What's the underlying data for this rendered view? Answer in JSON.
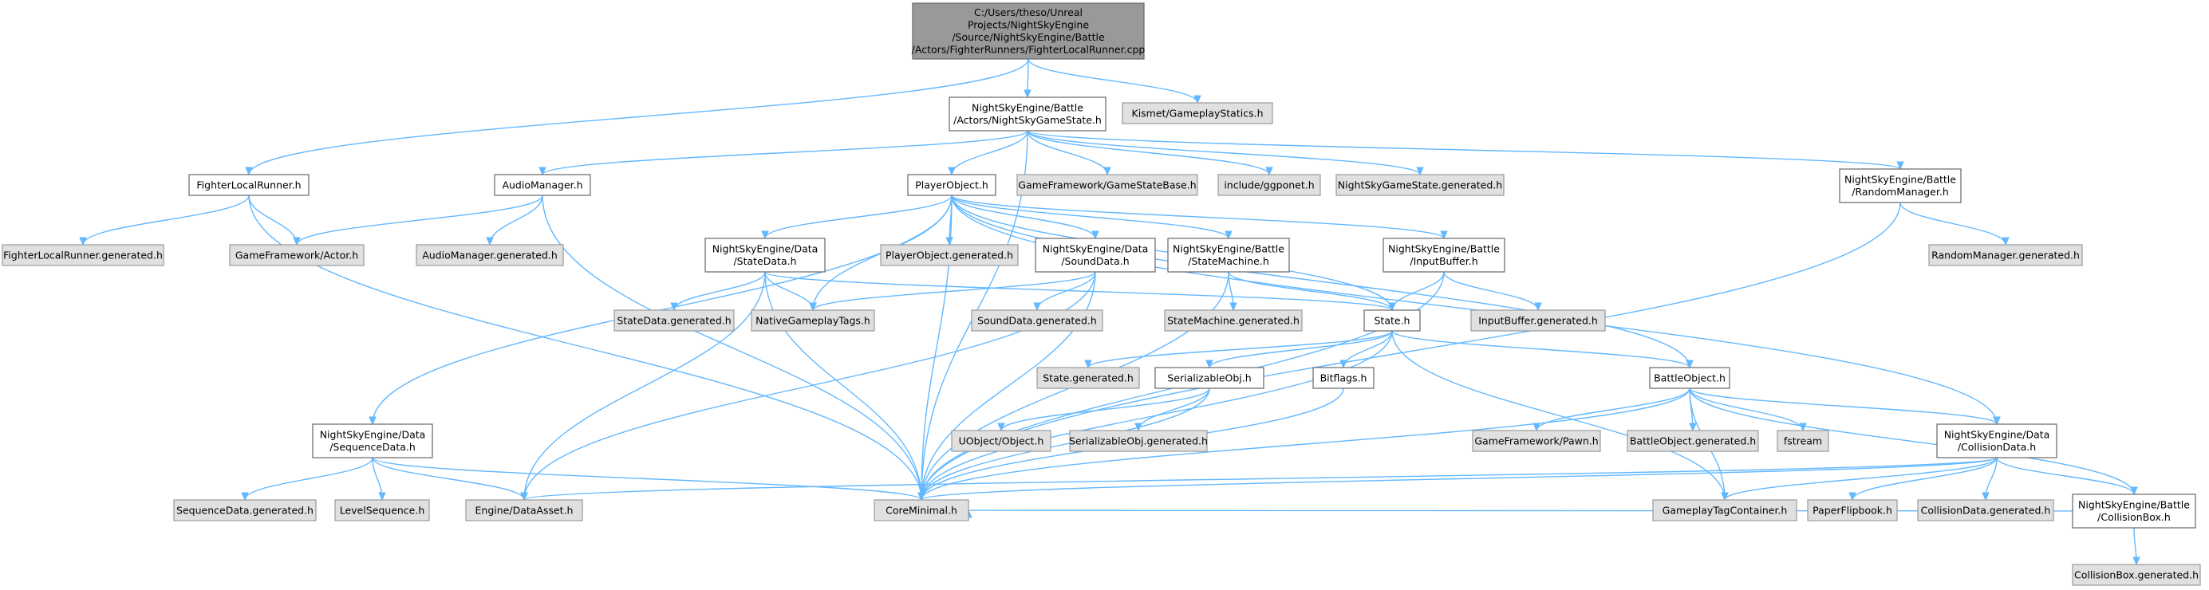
{
  "diagram": {
    "nodes": {
      "root": {
        "lines": [
          "C:/Users/theso/Unreal",
          "Projects/NightSkyEngine",
          "/Source/NightSkyEngine/Battle",
          "/Actors/FighterRunners/FighterLocalRunner.cpp"
        ],
        "kind": "main"
      },
      "gamestate": {
        "lines": [
          "NightSkyEngine/Battle",
          "/Actors/NightSkyGameState.h"
        ],
        "kind": "local"
      },
      "kismet": {
        "lines": [
          "Kismet/GameplayStatics.h"
        ],
        "kind": "ext"
      },
      "flr": {
        "lines": [
          "FighterLocalRunner.h"
        ],
        "kind": "local"
      },
      "flrgen": {
        "lines": [
          "FighterLocalRunner.generated.h"
        ],
        "kind": "ext"
      },
      "actor": {
        "lines": [
          "GameFramework/Actor.h"
        ],
        "kind": "ext"
      },
      "audio": {
        "lines": [
          "AudioManager.h"
        ],
        "kind": "local"
      },
      "audiogen": {
        "lines": [
          "AudioManager.generated.h"
        ],
        "kind": "ext"
      },
      "player": {
        "lines": [
          "PlayerObject.h"
        ],
        "kind": "local"
      },
      "gsbase": {
        "lines": [
          "GameFramework/GameStateBase.h"
        ],
        "kind": "ext"
      },
      "ggponet": {
        "lines": [
          "include/ggponet.h"
        ],
        "kind": "ext"
      },
      "gsgen": {
        "lines": [
          "NightSkyGameState.generated.h"
        ],
        "kind": "ext"
      },
      "random": {
        "lines": [
          "NightSkyEngine/Battle",
          "/RandomManager.h"
        ],
        "kind": "local"
      },
      "randomgen": {
        "lines": [
          "RandomManager.generated.h"
        ],
        "kind": "ext"
      },
      "statedata": {
        "lines": [
          "NightSkyEngine/Data",
          "/StateData.h"
        ],
        "kind": "local"
      },
      "playergen": {
        "lines": [
          "PlayerObject.generated.h"
        ],
        "kind": "ext"
      },
      "sounddata": {
        "lines": [
          "NightSkyEngine/Data",
          "/SoundData.h"
        ],
        "kind": "local"
      },
      "statemachine": {
        "lines": [
          "NightSkyEngine/Battle",
          "/StateMachine.h"
        ],
        "kind": "local"
      },
      "inputbuffer": {
        "lines": [
          "NightSkyEngine/Battle",
          "/InputBuffer.h"
        ],
        "kind": "local"
      },
      "statedatagen": {
        "lines": [
          "StateData.generated.h"
        ],
        "kind": "ext"
      },
      "nativetags": {
        "lines": [
          "NativeGameplayTags.h"
        ],
        "kind": "ext"
      },
      "sounddatagen": {
        "lines": [
          "SoundData.generated.h"
        ],
        "kind": "ext"
      },
      "smgen": {
        "lines": [
          "StateMachine.generated.h"
        ],
        "kind": "ext"
      },
      "state": {
        "lines": [
          "State.h"
        ],
        "kind": "local"
      },
      "ibgen": {
        "lines": [
          "InputBuffer.generated.h"
        ],
        "kind": "ext"
      },
      "stategen": {
        "lines": [
          "State.generated.h"
        ],
        "kind": "ext"
      },
      "serial": {
        "lines": [
          "SerializableObj.h"
        ],
        "kind": "local"
      },
      "bitflags": {
        "lines": [
          "Bitflags.h"
        ],
        "kind": "local"
      },
      "battleobj": {
        "lines": [
          "BattleObject.h"
        ],
        "kind": "local"
      },
      "seqdata": {
        "lines": [
          "NightSkyEngine/Data",
          "/SequenceData.h"
        ],
        "kind": "local"
      },
      "uobject": {
        "lines": [
          "UObject/Object.h"
        ],
        "kind": "ext"
      },
      "serialgen": {
        "lines": [
          "SerializableObj.generated.h"
        ],
        "kind": "ext"
      },
      "pawn": {
        "lines": [
          "GameFramework/Pawn.h"
        ],
        "kind": "ext"
      },
      "bogen": {
        "lines": [
          "BattleObject.generated.h"
        ],
        "kind": "ext"
      },
      "fstream": {
        "lines": [
          "fstream"
        ],
        "kind": "ext"
      },
      "colldata": {
        "lines": [
          "NightSkyEngine/Data",
          "/CollisionData.h"
        ],
        "kind": "local"
      },
      "seqgen": {
        "lines": [
          "SequenceData.generated.h"
        ],
        "kind": "ext"
      },
      "levelseq": {
        "lines": [
          "LevelSequence.h"
        ],
        "kind": "ext"
      },
      "dataasset": {
        "lines": [
          "Engine/DataAsset.h"
        ],
        "kind": "ext"
      },
      "coreminimal": {
        "lines": [
          "CoreMinimal.h"
        ],
        "kind": "ext"
      },
      "tagcontainer": {
        "lines": [
          "GameplayTagContainer.h"
        ],
        "kind": "ext"
      },
      "paperflip": {
        "lines": [
          "PaperFlipbook.h"
        ],
        "kind": "ext"
      },
      "collgen": {
        "lines": [
          "CollisionData.generated.h"
        ],
        "kind": "ext"
      },
      "collbox": {
        "lines": [
          "NightSkyEngine/Battle",
          "/CollisionBox.h"
        ],
        "kind": "local"
      },
      "collboxgen": {
        "lines": [
          "CollisionBox.generated.h"
        ],
        "kind": "ext"
      }
    },
    "edges": [
      [
        "root",
        "gamestate"
      ],
      [
        "root",
        "kismet"
      ],
      [
        "root",
        "flr"
      ],
      [
        "flr",
        "flrgen"
      ],
      [
        "flr",
        "actor"
      ],
      [
        "flr",
        "coreminimal"
      ],
      [
        "gamestate",
        "audio"
      ],
      [
        "gamestate",
        "player"
      ],
      [
        "gamestate",
        "gsbase"
      ],
      [
        "gamestate",
        "ggponet"
      ],
      [
        "gamestate",
        "gsgen"
      ],
      [
        "gamestate",
        "random"
      ],
      [
        "gamestate",
        "coreminimal"
      ],
      [
        "audio",
        "actor"
      ],
      [
        "audio",
        "audiogen"
      ],
      [
        "audio",
        "coreminimal"
      ],
      [
        "random",
        "randomgen"
      ],
      [
        "random",
        "coreminimal"
      ],
      [
        "player",
        "statedata"
      ],
      [
        "player",
        "playergen"
      ],
      [
        "player",
        "sounddata"
      ],
      [
        "player",
        "statemachine"
      ],
      [
        "player",
        "inputbuffer"
      ],
      [
        "player",
        "nativetags"
      ],
      [
        "player",
        "seqdata"
      ],
      [
        "player",
        "state"
      ],
      [
        "player",
        "battleobj"
      ],
      [
        "player",
        "colldata"
      ],
      [
        "player",
        "coreminimal"
      ],
      [
        "statedata",
        "statedatagen"
      ],
      [
        "statedata",
        "nativetags"
      ],
      [
        "statedata",
        "state"
      ],
      [
        "statedata",
        "dataasset"
      ],
      [
        "statedata",
        "coreminimal"
      ],
      [
        "sounddata",
        "nativetags"
      ],
      [
        "sounddata",
        "sounddatagen"
      ],
      [
        "sounddata",
        "dataasset"
      ],
      [
        "sounddata",
        "coreminimal"
      ],
      [
        "statemachine",
        "smgen"
      ],
      [
        "statemachine",
        "state"
      ],
      [
        "statemachine",
        "coreminimal"
      ],
      [
        "inputbuffer",
        "ibgen"
      ],
      [
        "inputbuffer",
        "state"
      ],
      [
        "inputbuffer",
        "coreminimal"
      ],
      [
        "state",
        "stategen"
      ],
      [
        "state",
        "serial"
      ],
      [
        "state",
        "bitflags"
      ],
      [
        "state",
        "battleobj"
      ],
      [
        "state",
        "coreminimal"
      ],
      [
        "state",
        "tagcontainer"
      ],
      [
        "serial",
        "uobject"
      ],
      [
        "serial",
        "serialgen"
      ],
      [
        "serial",
        "coreminimal"
      ],
      [
        "bitflags",
        "coreminimal"
      ],
      [
        "battleobj",
        "pawn"
      ],
      [
        "battleobj",
        "bogen"
      ],
      [
        "battleobj",
        "fstream"
      ],
      [
        "battleobj",
        "colldata"
      ],
      [
        "battleobj",
        "coreminimal"
      ],
      [
        "battleobj",
        "tagcontainer"
      ],
      [
        "battleobj",
        "collbox"
      ],
      [
        "seqdata",
        "seqgen"
      ],
      [
        "seqdata",
        "levelseq"
      ],
      [
        "seqdata",
        "dataasset"
      ],
      [
        "seqdata",
        "coreminimal"
      ],
      [
        "colldata",
        "dataasset"
      ],
      [
        "colldata",
        "coreminimal"
      ],
      [
        "colldata",
        "tagcontainer"
      ],
      [
        "colldata",
        "paperflip"
      ],
      [
        "colldata",
        "collgen"
      ],
      [
        "colldata",
        "collbox"
      ],
      [
        "collbox",
        "collboxgen"
      ],
      [
        "collbox",
        "coreminimal"
      ]
    ]
  }
}
